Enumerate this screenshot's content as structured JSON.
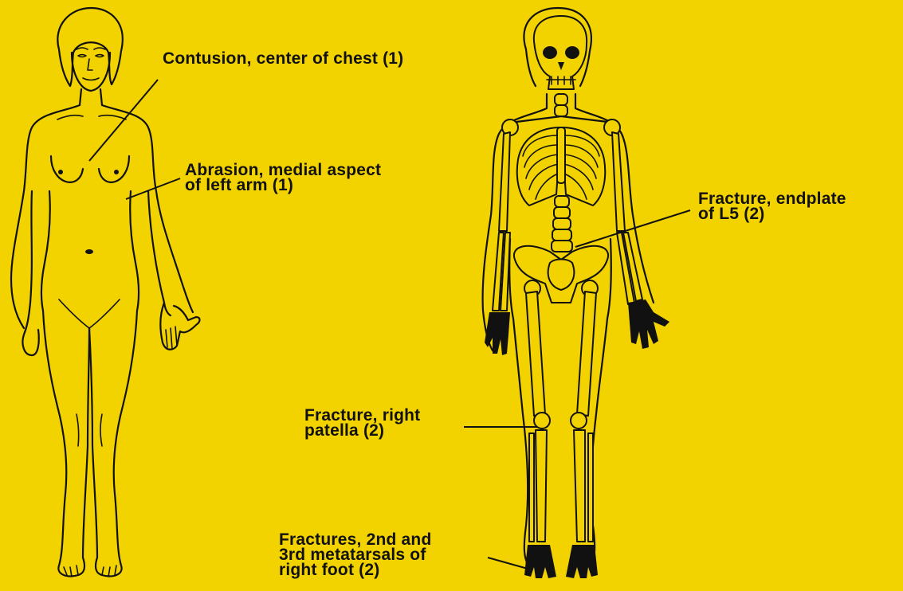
{
  "background_color": "#F2D300",
  "ink_color": "#111111",
  "annotations": [
    {
      "id": "contusion",
      "lines": [
        "Contusion, center of chest (1)"
      ]
    },
    {
      "id": "abrasion",
      "lines": [
        "Abrasion, medial aspect",
        "of left arm (1)"
      ]
    },
    {
      "id": "l5",
      "lines": [
        "Fracture, endplate",
        "of L5 (2)"
      ]
    },
    {
      "id": "patella",
      "lines": [
        "Fracture, right",
        "patella (2)"
      ]
    },
    {
      "id": "metatarsals",
      "lines": [
        "Fractures, 2nd and",
        "3rd metatarsals of",
        "right foot (2)"
      ]
    }
  ]
}
